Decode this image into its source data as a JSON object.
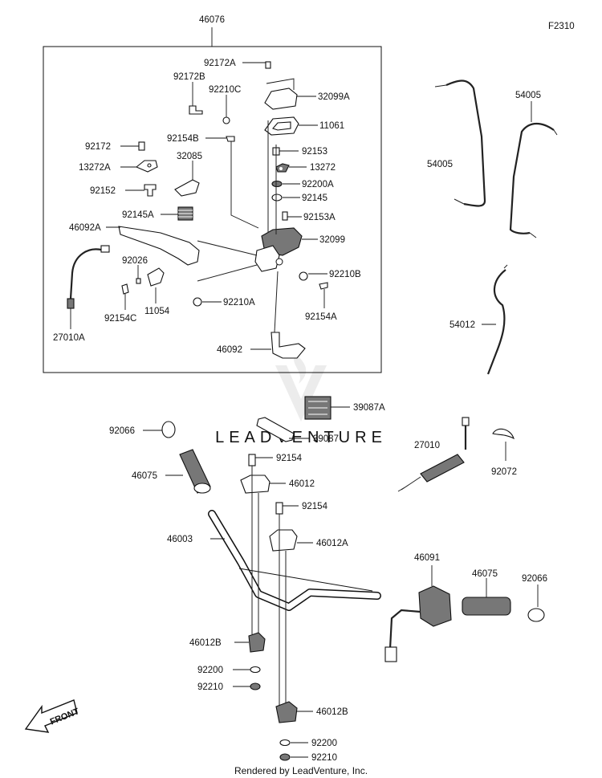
{
  "figure_code": "F2310",
  "footer": "Rendered by LeadVenture, Inc.",
  "watermark": "LEADVENTURE",
  "front_arrow_label": "FRONT",
  "labels": {
    "46076": "46076",
    "92172A": "92172A",
    "92172B": "92172B",
    "92210C": "92210C",
    "32099A": "32099A",
    "11061": "11061",
    "92172": "92172",
    "92154B": "92154B",
    "92153": "92153",
    "32085": "32085",
    "13272A": "13272A",
    "13272": "13272",
    "92200A": "92200A",
    "92152": "92152",
    "92145": "92145",
    "92145A": "92145A",
    "92153A": "92153A",
    "46092A": "46092A",
    "32099": "32099",
    "92026": "92026",
    "92210B": "92210B",
    "11054": "11054",
    "92210A": "92210A",
    "92154C": "92154C",
    "92154A": "92154A",
    "27010A": "27010A",
    "46092": "46092",
    "54005_left": "54005",
    "54005_right": "54005",
    "54012": "54012",
    "39087A": "39087A",
    "92066_left": "92066",
    "39087": "39087",
    "27010": "27010",
    "92154_top": "92154",
    "92072": "92072",
    "46075_left": "46075",
    "46012": "46012",
    "92154_mid": "92154",
    "46003": "46003",
    "46012A": "46012A",
    "46091": "46091",
    "46075_right": "46075",
    "92066_right": "92066",
    "46012B_left": "46012B",
    "92200_upper": "92200",
    "92210_upper": "92210",
    "46012B_bottom": "46012B",
    "92200_lower": "92200",
    "92210_lower": "92210"
  }
}
